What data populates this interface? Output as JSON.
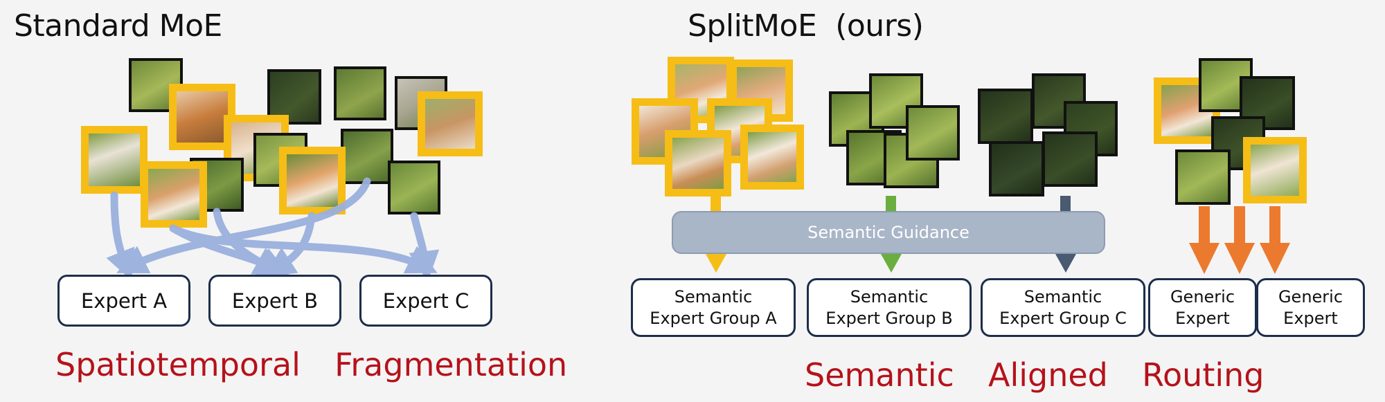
{
  "left": {
    "title": "Standard MoE",
    "experts": [
      "Expert A",
      "Expert B",
      "Expert C"
    ],
    "caption": "Spatiotemporal  Fragmentation"
  },
  "right": {
    "title": "SplitMoE  (ours)",
    "guidance": "Semantic Guidance",
    "groups": [
      "Semantic\nExpert Group A",
      "Semantic\nExpert Group B",
      "Semantic\nExpert Group C",
      "Generic\nExpert",
      "Generic\nExpert"
    ],
    "caption": "Semantic  Aligned  Routing"
  },
  "colors": {
    "foreground_highlight": "#f6bd16",
    "routing_left": "#9ab0dd",
    "marker_a": "#f6bd16",
    "marker_b": "#6aae3f",
    "marker_c": "#4a5a70",
    "generic_arrows": "#ec7a2e",
    "caption": "#b5121b",
    "expert_border": "#1d2d4a"
  }
}
